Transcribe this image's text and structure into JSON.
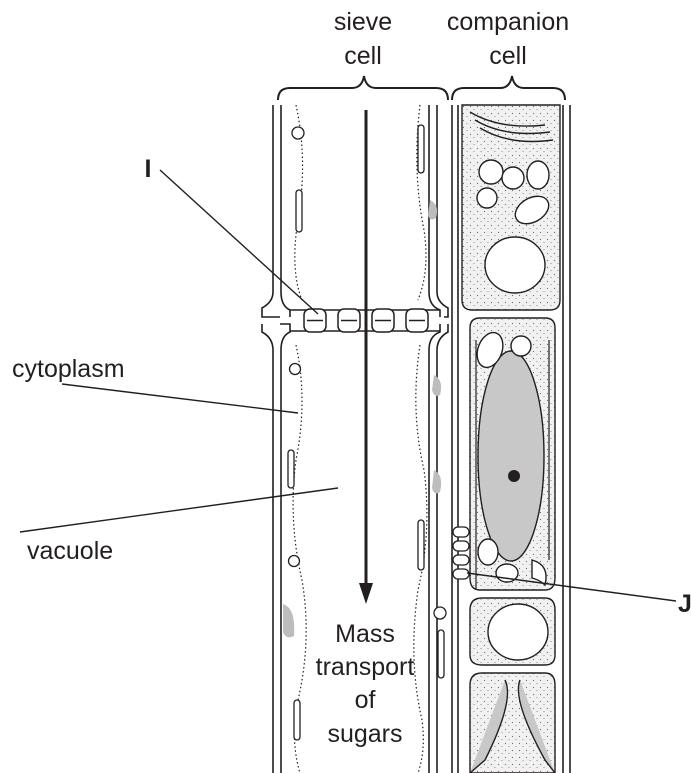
{
  "labels": {
    "sieve_cell_line1": "sieve",
    "sieve_cell_line2": "cell",
    "companion_cell_line1": "companion",
    "companion_cell_line2": "cell",
    "label_I": "I",
    "label_J": "J",
    "cytoplasm": "cytoplasm",
    "vacuole": "vacuole",
    "mass_transport_line1": "Mass",
    "mass_transport_line2": "transport",
    "mass_transport_line3": "of",
    "mass_transport_line4": "sugars"
  },
  "colors": {
    "ink": "#231f20",
    "cytoplasm_fill": "#ececec",
    "organelle_grey": "#bdbdbd",
    "nucleus_grey": "#c8c8c8"
  }
}
